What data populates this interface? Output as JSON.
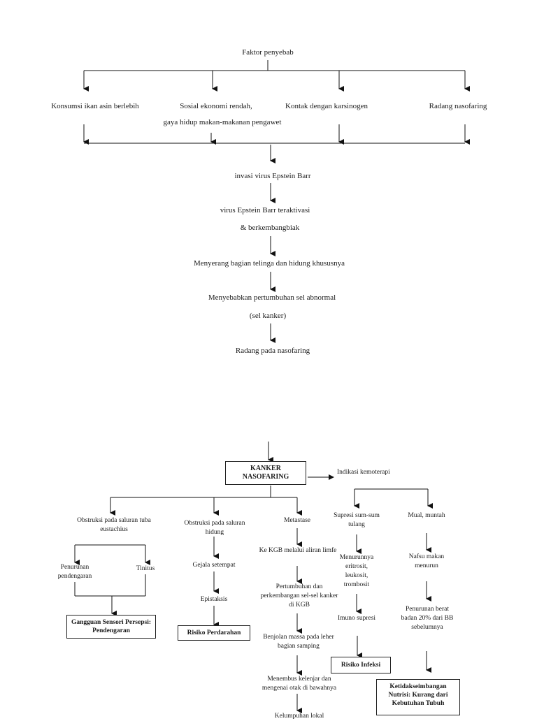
{
  "top": {
    "root": "Faktor penyebab",
    "causes": [
      "Konsumsi ikan asin berlebih",
      "Sosial ekonomi rendah,",
      "gaya hidup makan-makanan pengawet",
      "Kontak dengan karsinogen",
      "Radang nasofaring"
    ],
    "chain": [
      "invasi virus Epstein Barr",
      "virus Epstein Barr teraktivasi",
      "& berkembangbiak",
      "Menyerang bagian telinga dan hidung khususnya",
      "Menyebabkan pertumbuhan sel abnormal",
      "(sel kanker)",
      "Radang pada nasofaring"
    ]
  },
  "bottom": {
    "main": "KANKER NASOFARING",
    "indikasi": "Indikasi kemoterapi",
    "b1": {
      "title": "Obstruksi pada saluran tuba eustachius",
      "left": "Penurunan pendengaran",
      "right": "Tinitus",
      "dx": "Gangguan Sensori Persepsi: Pendengaran"
    },
    "b2": {
      "title": "Obstruksi pada saluran hidung",
      "step1": "Gejala setempat",
      "step2": "Epistaksis",
      "dx": "Risiko Perdarahan"
    },
    "b3": {
      "title": "Metastase",
      "steps": [
        "Ke KGB melalui aliran limfe",
        "Pertumbuhan dan perkembangan sel-sel kanker di KGB",
        "Benjolan massa pada leher bagian samping",
        "Menembus kelenjar dan mengenai otak di bawahnya",
        "Kelumpuhan lokal"
      ]
    },
    "b4": {
      "title": "Supresi sum-sum tulang",
      "step1": "Menurunnya eritrosit, leukosit, trombosit",
      "step2": "Imuno supresi",
      "dx": "Risiko Infeksi"
    },
    "b5": {
      "title": "Mual, muntah",
      "step1": "Nafsu makan menurun",
      "step2": "Penurunan berat badan 20% dari BB sebelumnya",
      "dx": "Ketidakseimbangan Nutrisi: Kurang dari Kebutuhan Tubuh"
    }
  }
}
